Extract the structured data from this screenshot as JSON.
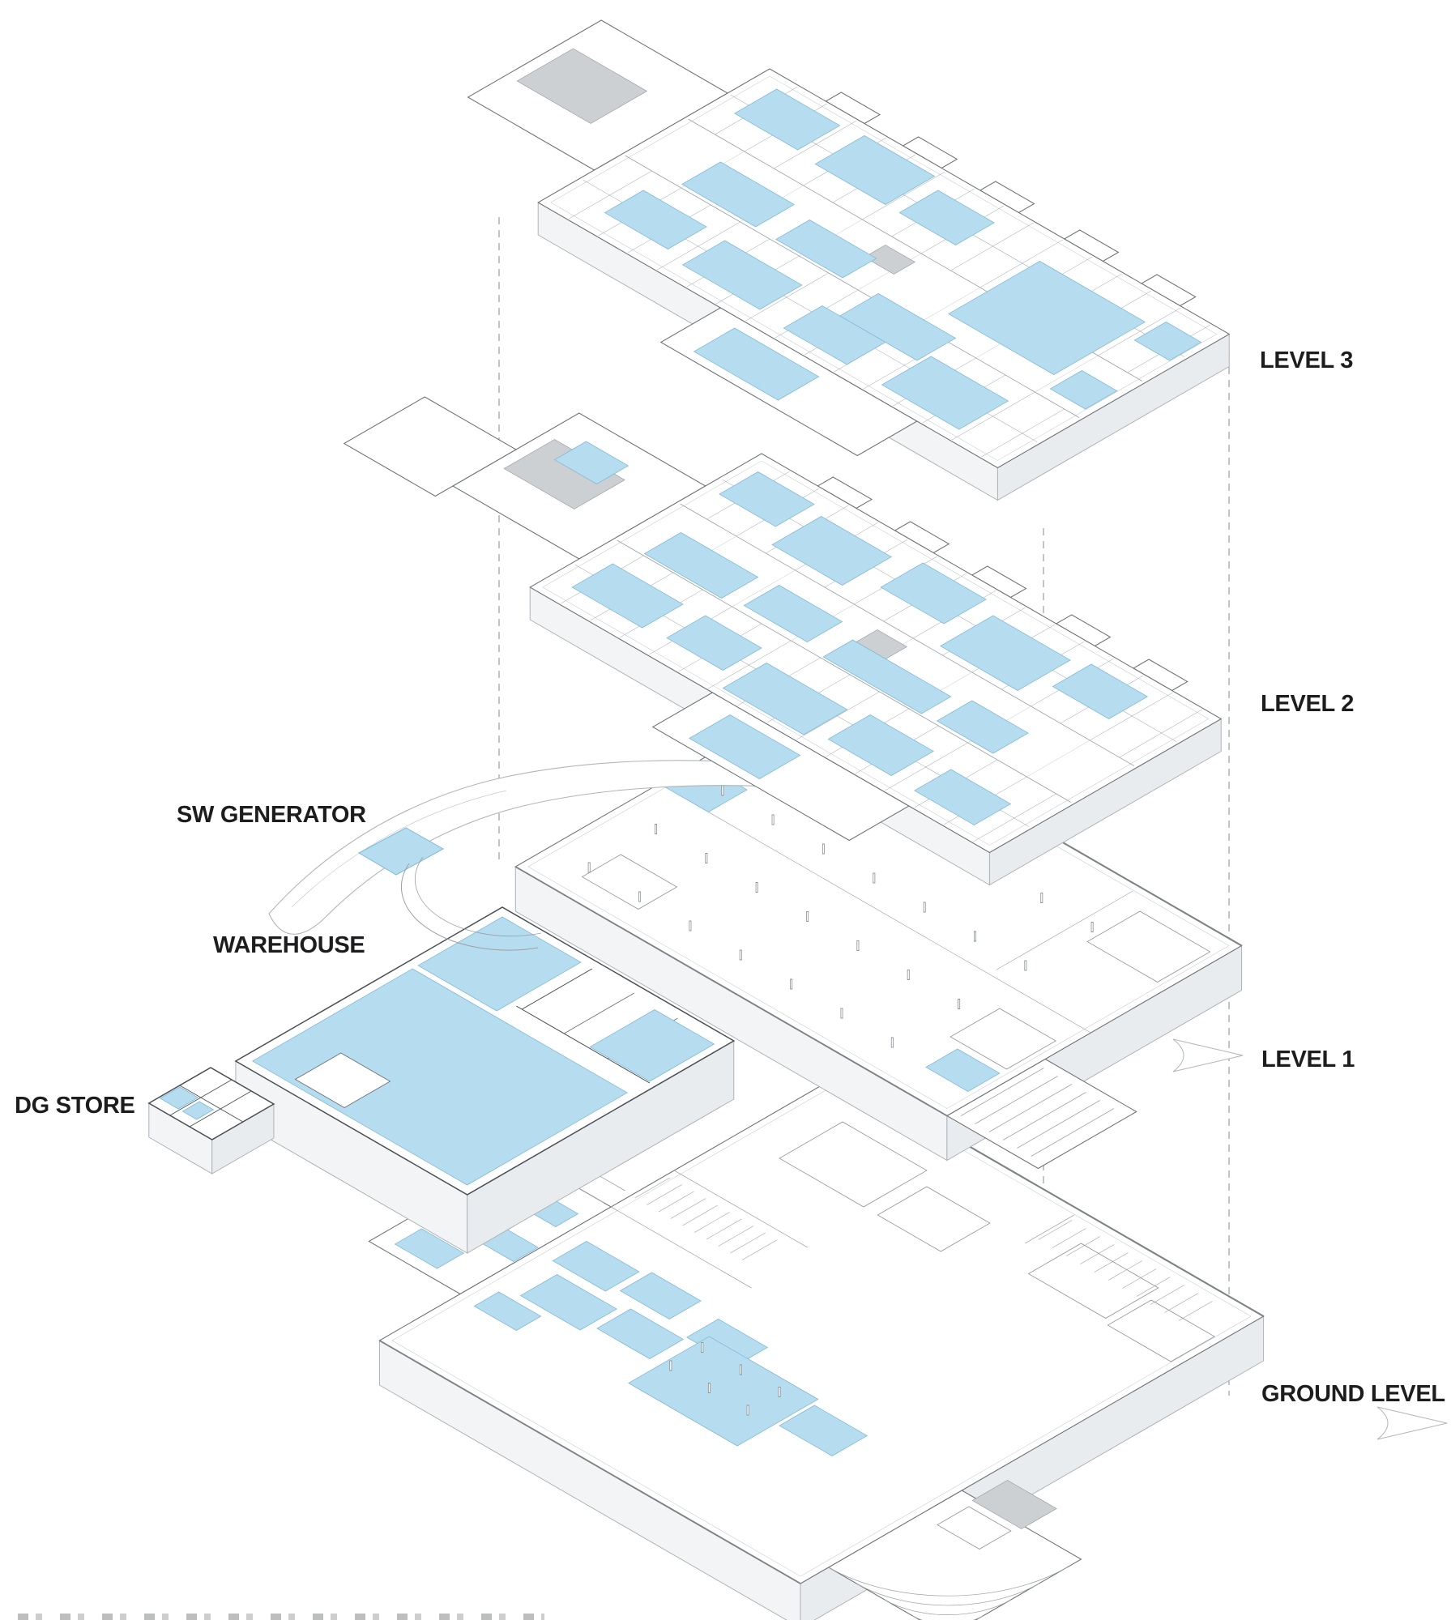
{
  "diagram": {
    "type": "exploded-axonometric-floor-plans",
    "level_labels": [
      {
        "id": "level-3",
        "text": "LEVEL 3"
      },
      {
        "id": "level-2",
        "text": "LEVEL 2"
      },
      {
        "id": "level-1",
        "text": "LEVEL 1"
      },
      {
        "id": "ground-level",
        "text": "GROUND LEVEL"
      }
    ],
    "annotation_labels": [
      {
        "id": "sw-generator",
        "text": "SW GENERATOR"
      },
      {
        "id": "warehouse",
        "text": "WAREHOUSE"
      },
      {
        "id": "dg-store",
        "text": "DG STORE"
      }
    ],
    "colors": {
      "highlight_blue": "#b5dcef",
      "highlight_blue_edge": "#84b9d6",
      "line_light": "#aeb3b8",
      "line_mid": "#6a6f74",
      "line_dark": "#4a4e52",
      "roof_gray": "#cdd0d3",
      "text": "#1d1d1f",
      "background": "#ffffff"
    }
  }
}
